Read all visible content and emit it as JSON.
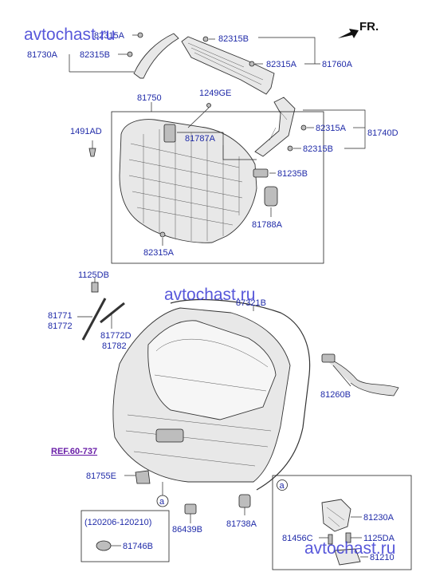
{
  "watermarks": [
    "avtochast.ru",
    "avtochast.ru",
    "avtochast.ru"
  ],
  "direction": "FR.",
  "ref_label": "REF.60-737",
  "date_range": "(120206-120210)",
  "detail_marker": "a",
  "labels": {
    "p82315A_top": "82315A",
    "p81730A": "81730A",
    "p82315B_left": "82315B",
    "p82315B_spoiler": "82315B",
    "p82315A_spoiler": "82315A",
    "p81760A": "81760A",
    "p81750": "81750",
    "p1249GE": "1249GE",
    "p1491AD": "1491AD",
    "p81787A": "81787A",
    "p82315A_right": "82315A",
    "p82315B_right": "82315B",
    "p81740D": "81740D",
    "p81235B": "81235B",
    "p81788A": "81788A",
    "p82315A_bottom": "82315A",
    "p1125DB": "1125DB",
    "p81771": "81771",
    "p81772": "81772",
    "p81772D": "81772D",
    "p81782": "81782",
    "p87321B": "87321B",
    "p81260B": "81260B",
    "p81755E": "81755E",
    "p86439B": "86439B",
    "p81738A": "81738A",
    "p81746B": "81746B",
    "p81230A": "81230A",
    "p81456C": "81456C",
    "p1125DA": "1125DA",
    "p81210": "81210"
  }
}
